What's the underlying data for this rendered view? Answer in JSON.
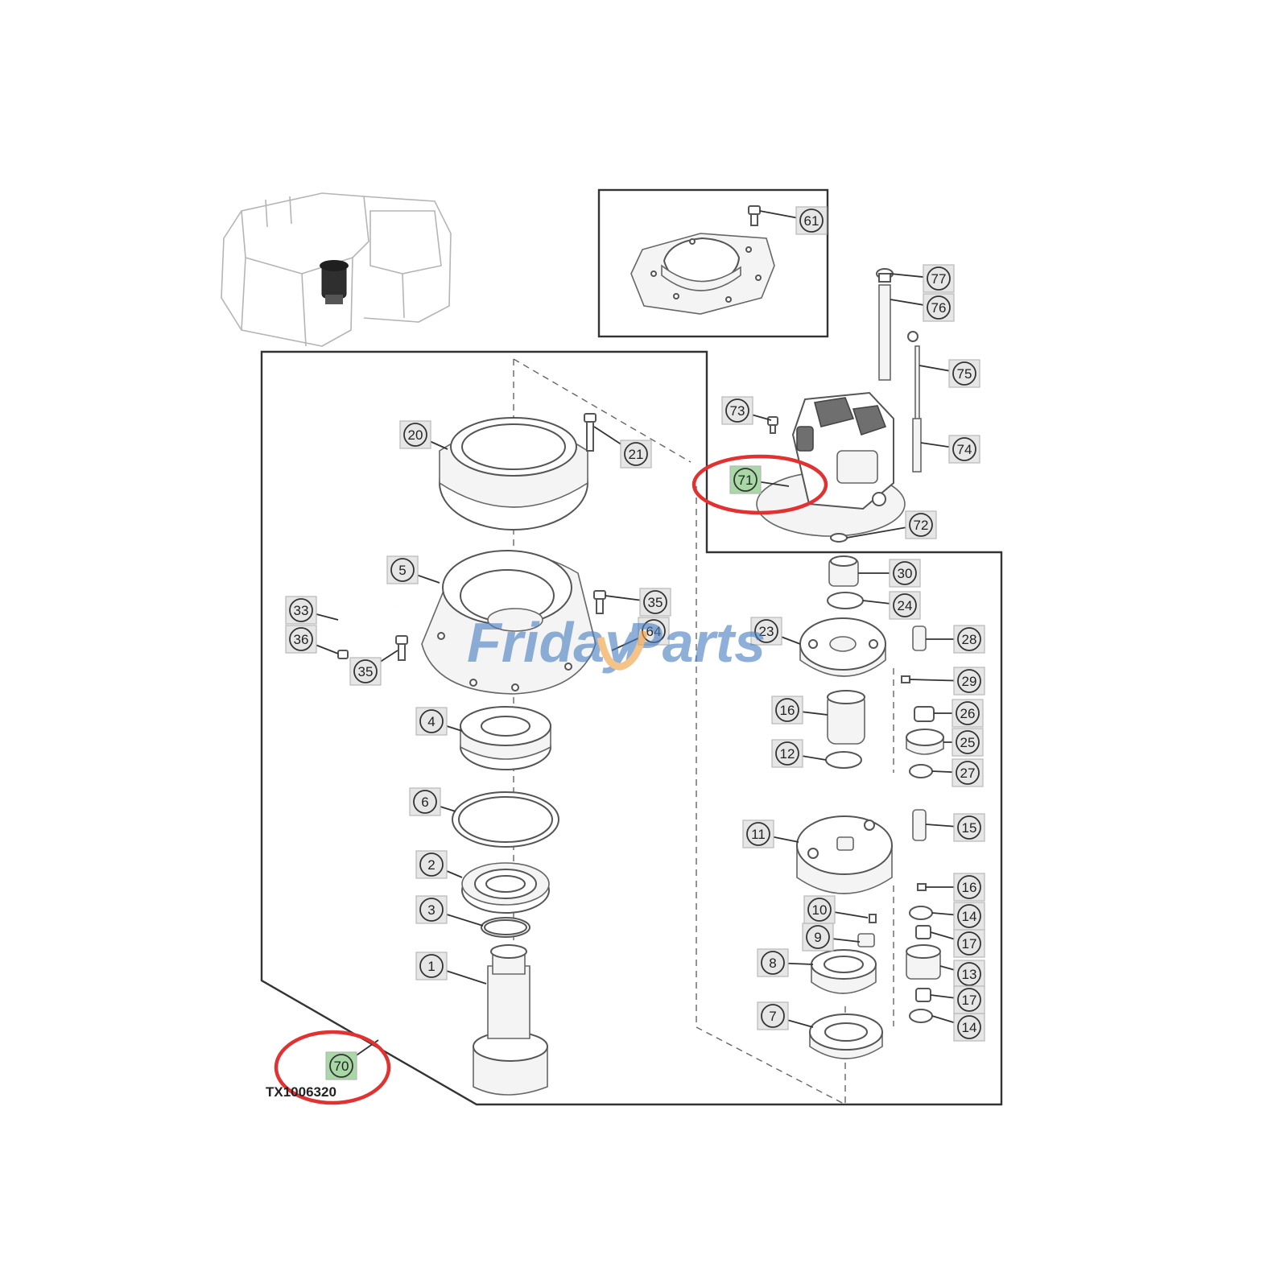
{
  "diagram": {
    "reference_code": "TX1006320",
    "callouts": [
      {
        "id": "1",
        "label": "1",
        "highlighted": false
      },
      {
        "id": "2",
        "label": "2",
        "highlighted": false
      },
      {
        "id": "3",
        "label": "3",
        "highlighted": false
      },
      {
        "id": "4",
        "label": "4",
        "highlighted": false
      },
      {
        "id": "5",
        "label": "5",
        "highlighted": false
      },
      {
        "id": "6",
        "label": "6",
        "highlighted": false
      },
      {
        "id": "7",
        "label": "7",
        "highlighted": false
      },
      {
        "id": "8",
        "label": "8",
        "highlighted": false
      },
      {
        "id": "9",
        "label": "9",
        "highlighted": false
      },
      {
        "id": "10",
        "label": "10",
        "highlighted": false
      },
      {
        "id": "11",
        "label": "11",
        "highlighted": false
      },
      {
        "id": "12",
        "label": "12",
        "highlighted": false
      },
      {
        "id": "13",
        "label": "13",
        "highlighted": false
      },
      {
        "id": "14a",
        "label": "14",
        "highlighted": false
      },
      {
        "id": "14b",
        "label": "14",
        "highlighted": false
      },
      {
        "id": "15",
        "label": "15",
        "highlighted": false
      },
      {
        "id": "16a",
        "label": "16",
        "highlighted": false
      },
      {
        "id": "16b",
        "label": "16",
        "highlighted": false
      },
      {
        "id": "17a",
        "label": "17",
        "highlighted": false
      },
      {
        "id": "17b",
        "label": "17",
        "highlighted": false
      },
      {
        "id": "20",
        "label": "20",
        "highlighted": false
      },
      {
        "id": "21",
        "label": "21",
        "highlighted": false
      },
      {
        "id": "23",
        "label": "23",
        "highlighted": false
      },
      {
        "id": "24",
        "label": "24",
        "highlighted": false
      },
      {
        "id": "25",
        "label": "25",
        "highlighted": false
      },
      {
        "id": "26",
        "label": "26",
        "highlighted": false
      },
      {
        "id": "27",
        "label": "27",
        "highlighted": false
      },
      {
        "id": "28",
        "label": "28",
        "highlighted": false
      },
      {
        "id": "29",
        "label": "29",
        "highlighted": false
      },
      {
        "id": "30",
        "label": "30",
        "highlighted": false
      },
      {
        "id": "33",
        "label": "33",
        "highlighted": false
      },
      {
        "id": "35a",
        "label": "35",
        "highlighted": false
      },
      {
        "id": "35b",
        "label": "35",
        "highlighted": false
      },
      {
        "id": "36",
        "label": "36",
        "highlighted": false
      },
      {
        "id": "61",
        "label": "61",
        "highlighted": false
      },
      {
        "id": "64",
        "label": "64",
        "highlighted": false
      },
      {
        "id": "70",
        "label": "70",
        "highlighted": true
      },
      {
        "id": "71",
        "label": "71",
        "highlighted": true
      },
      {
        "id": "72",
        "label": "72",
        "highlighted": false
      },
      {
        "id": "73",
        "label": "73",
        "highlighted": false
      },
      {
        "id": "74",
        "label": "74",
        "highlighted": false
      },
      {
        "id": "75",
        "label": "75",
        "highlighted": false
      },
      {
        "id": "76",
        "label": "76",
        "highlighted": false
      },
      {
        "id": "77",
        "label": "77",
        "highlighted": false
      }
    ]
  },
  "watermark": {
    "text_part1": "Friday",
    "text_part2": "Parts",
    "color_part1": "#4a7fc0",
    "color_part2": "#4a7fc0",
    "accent_color": "#f0a040"
  },
  "colors": {
    "highlight_ring": "#e23131",
    "callout_box_default": "#e6e6e6",
    "callout_box_highlight": "#a7d8a5"
  }
}
